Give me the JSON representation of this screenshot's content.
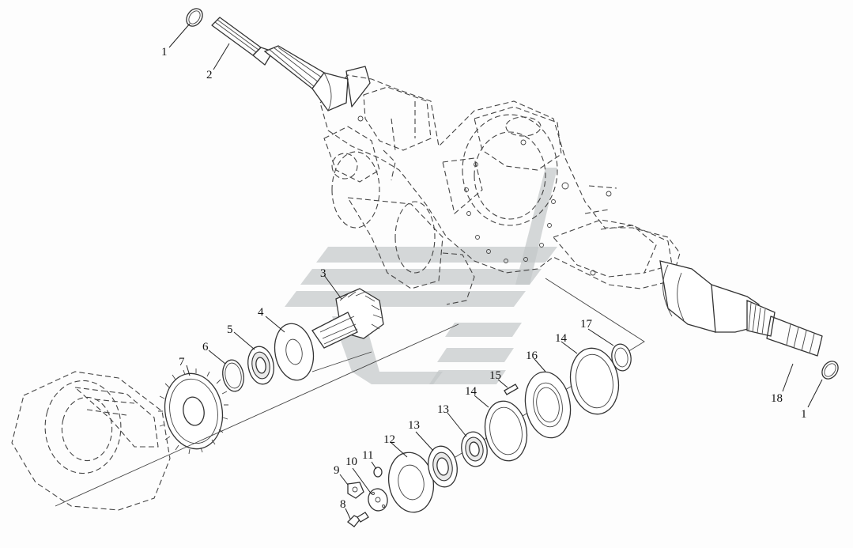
{
  "callouts": [
    {
      "id": "c1a",
      "label": "1"
    },
    {
      "id": "c2",
      "label": "2"
    },
    {
      "id": "c3",
      "label": "3"
    },
    {
      "id": "c4",
      "label": "4"
    },
    {
      "id": "c5",
      "label": "5"
    },
    {
      "id": "c6",
      "label": "6"
    },
    {
      "id": "c7",
      "label": "7"
    },
    {
      "id": "c8",
      "label": "8"
    },
    {
      "id": "c9",
      "label": "9"
    },
    {
      "id": "c10",
      "label": "10"
    },
    {
      "id": "c11",
      "label": "11"
    },
    {
      "id": "c12",
      "label": "12"
    },
    {
      "id": "c13a",
      "label": "13"
    },
    {
      "id": "c13b",
      "label": "13"
    },
    {
      "id": "c14a",
      "label": "14"
    },
    {
      "id": "c14b",
      "label": "14"
    },
    {
      "id": "c15",
      "label": "15"
    },
    {
      "id": "c16",
      "label": "16"
    },
    {
      "id": "c17",
      "label": "17"
    },
    {
      "id": "c18",
      "label": "18"
    },
    {
      "id": "c1b",
      "label": "1"
    }
  ]
}
